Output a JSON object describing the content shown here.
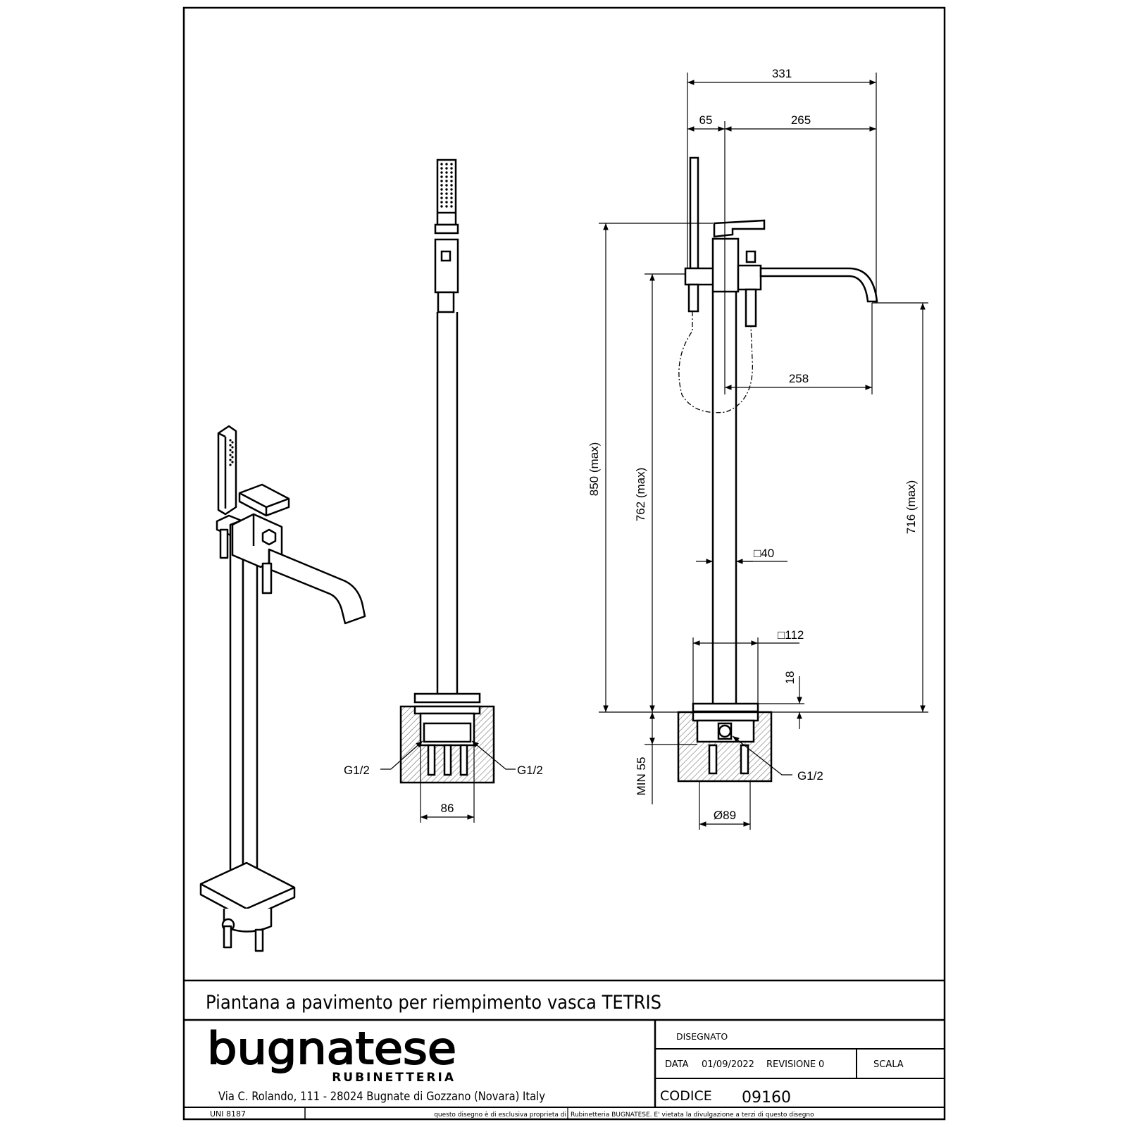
{
  "title": "Piantana a pavimento per riempimento vasca TETRIS",
  "brand": {
    "name": "bugnatese",
    "sub": "RUBINETTERIA"
  },
  "address": "Via C. Rolando, 111 - 28024 Bugnate di Gozzano (Novara) Italy",
  "title_block": {
    "drawn_label": "DISEGNATO",
    "date_label": "DATA",
    "date": "01/09/2022",
    "revision_label": "REVISIONE",
    "revision": "0",
    "scale_label": "SCALA",
    "code_label": "CODICE",
    "code": "09160"
  },
  "footer": {
    "standard": "UNI 8187",
    "notice_left": "questo disegno è di esclusiva proprieta di",
    "notice_right": "Rubinetteria BUGNATESE. E' vietata la divulgazione a terzi di questo disegno"
  },
  "dimensions": {
    "d331": "331",
    "d65": "65",
    "d265": "265",
    "d258": "258",
    "d850": "850 (max)",
    "d762": "762 (max)",
    "d716": "716 (max)",
    "sq40": "□40",
    "sq112": "□112",
    "d18": "18",
    "min55": "MIN 55",
    "dia89": "Ø89",
    "d86": "86",
    "g12_left": "G1/2",
    "g12_mid": "G1/2",
    "g12_right": "G1/2"
  }
}
